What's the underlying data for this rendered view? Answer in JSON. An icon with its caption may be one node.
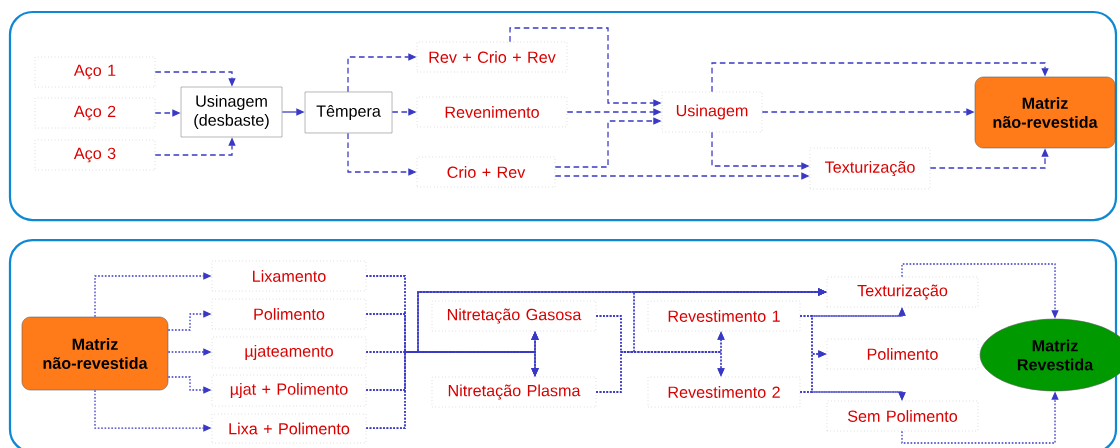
{
  "diagram": {
    "nodes": [
      {
        "text": [
          "Aço 1"
        ]
      },
      {
        "text": [
          "Aço 2"
        ]
      },
      {
        "text": [
          "Aço 3"
        ]
      },
      {
        "text": [
          "Usinagem (desbaste)"
        ]
      },
      {
        "text": [
          "Têmpera"
        ]
      },
      {
        "text": [
          "Rev + Crio + Rev"
        ]
      },
      {
        "text": [
          "Revenimento"
        ]
      },
      {
        "text": [
          "Crio + Rev"
        ]
      },
      {
        "text": [
          "Usinagem"
        ]
      },
      {
        "text": [
          "Texturização"
        ]
      },
      {
        "text": [
          "Matriz não-revestida"
        ]
      },
      {
        "text": [
          "Matriz não-revestida"
        ]
      },
      {
        "text": [
          "Lixamento"
        ]
      },
      {
        "text": [
          "Polimento"
        ]
      },
      {
        "text": [
          "µjateamento"
        ]
      },
      {
        "text": [
          "µjat + Polimento"
        ]
      },
      {
        "text": [
          "Lixa + Polimento"
        ]
      },
      {
        "text": [
          "Nitretação Gasosa"
        ]
      },
      {
        "text": [
          "Nitretação Plasma"
        ]
      },
      {
        "text": [
          "Revestimento 1"
        ]
      },
      {
        "text": [
          "Revestimento 2"
        ]
      },
      {
        "text": [
          "Texturização"
        ]
      },
      {
        "text": [
          "Polimento"
        ]
      },
      {
        "text": [
          "Sem Polimento"
        ]
      },
      {
        "text": [
          "Matriz Revestida"
        ]
      }
    ],
    "edges": [
      {
        "from": 0,
        "to": 3,
        "arrow": "to",
        "style": "dashed"
      },
      {
        "from": 1,
        "to": 3,
        "arrow": "to",
        "style": "dashed"
      },
      {
        "from": 2,
        "to": 3,
        "arrow": "to",
        "style": "dashed"
      },
      {
        "from": 3,
        "to": 4,
        "arrow": "to"
      },
      {
        "from": 4,
        "to": 5,
        "arrow": "to",
        "style": "dashed"
      },
      {
        "from": 4,
        "to": 6,
        "arrow": "to",
        "style": "dashed"
      },
      {
        "from": 4,
        "to": 7,
        "arrow": "to",
        "style": "dashed"
      },
      {
        "from": 5,
        "to": 8,
        "arrow": "to",
        "style": "dashed"
      },
      {
        "from": 6,
        "to": 8,
        "arrow": "to",
        "style": "dashed"
      },
      {
        "from": 7,
        "to": 8,
        "arrow": "to",
        "style": "dashed"
      },
      {
        "from": 7,
        "to": 9,
        "arrow": "to",
        "style": "dashed"
      },
      {
        "from": 8,
        "to": 10,
        "arrow": "to",
        "style": "dashed"
      },
      {
        "from": 8,
        "to": 10,
        "arrow": "to",
        "style": "dashed"
      },
      {
        "from": 8,
        "to": 9,
        "arrow": "to",
        "style": "dashed"
      },
      {
        "from": 9,
        "to": 10,
        "arrow": "to",
        "style": "dashed"
      },
      {
        "from": 11,
        "to": 12,
        "arrow": "to",
        "style": "dashed"
      },
      {
        "from": 11,
        "to": 13,
        "arrow": "to",
        "style": "dashed"
      },
      {
        "from": 11,
        "to": 14,
        "arrow": "to",
        "style": "dashed"
      },
      {
        "from": 11,
        "to": 15,
        "arrow": "to",
        "style": "dashed"
      },
      {
        "from": 11,
        "to": 16,
        "arrow": "to",
        "style": "dashed"
      },
      {
        "from": 12,
        "to": 17,
        "arrow": "to",
        "style": "dashed"
      },
      {
        "from": 13,
        "to": 17,
        "arrow": "to",
        "style": "dashed"
      },
      {
        "from": 14,
        "to": 17,
        "arrow": "to",
        "style": "dashed"
      },
      {
        "from": 15,
        "to": 17,
        "arrow": "to",
        "style": "dashed"
      },
      {
        "from": 16,
        "to": 17,
        "arrow": "to",
        "style": "dashed"
      },
      {
        "from": 12,
        "to": 18,
        "arrow": "to",
        "style": "dashed"
      },
      {
        "from": 13,
        "to": 18,
        "arrow": "to",
        "style": "dashed"
      },
      {
        "from": 14,
        "to": 18,
        "arrow": "to",
        "style": "dashed"
      },
      {
        "from": 15,
        "to": 18,
        "arrow": "to",
        "style": "dashed"
      },
      {
        "from": 16,
        "to": 18,
        "arrow": "to",
        "style": "dashed"
      },
      {
        "from": 12,
        "to": 21,
        "arrow": "to",
        "style": "dashed"
      },
      {
        "from": 13,
        "to": 21,
        "arrow": "to",
        "style": "dashed"
      },
      {
        "from": 14,
        "to": 21,
        "arrow": "to",
        "style": "dashed"
      },
      {
        "from": 15,
        "to": 21,
        "arrow": "to",
        "style": "dashed"
      },
      {
        "from": 16,
        "to": 21,
        "arrow": "to",
        "style": "dashed"
      },
      {
        "from": 17,
        "to": 19,
        "arrow": "to",
        "style": "dashed"
      },
      {
        "from": 17,
        "to": 20,
        "arrow": "to",
        "style": "dashed"
      },
      {
        "from": 18,
        "to": 19,
        "arrow": "to",
        "style": "dashed"
      },
      {
        "from": 18,
        "to": 20,
        "arrow": "to",
        "style": "dashed"
      },
      {
        "from": 17,
        "to": 21,
        "arrow": "to",
        "style": "dashed"
      },
      {
        "from": 18,
        "to": 21,
        "arrow": "to",
        "style": "dashed"
      },
      {
        "from": 19,
        "to": 21,
        "arrow": "to",
        "style": "dashed"
      },
      {
        "from": 19,
        "to": 22,
        "arrow": "to",
        "style": "dashed"
      },
      {
        "from": 19,
        "to": 23,
        "arrow": "to",
        "style": "dashed"
      },
      {
        "from": 20,
        "to": 21,
        "arrow": "to",
        "style": "dashed"
      },
      {
        "from": 20,
        "to": 22,
        "arrow": "to",
        "style": "dashed"
      },
      {
        "from": 20,
        "to": 23,
        "arrow": "to",
        "style": "dashed"
      },
      {
        "from": 21,
        "to": 24,
        "arrow": "to",
        "style": "dashed"
      },
      {
        "from": 23,
        "to": 24,
        "arrow": "to",
        "style": "dashed"
      }
    ]
  }
}
